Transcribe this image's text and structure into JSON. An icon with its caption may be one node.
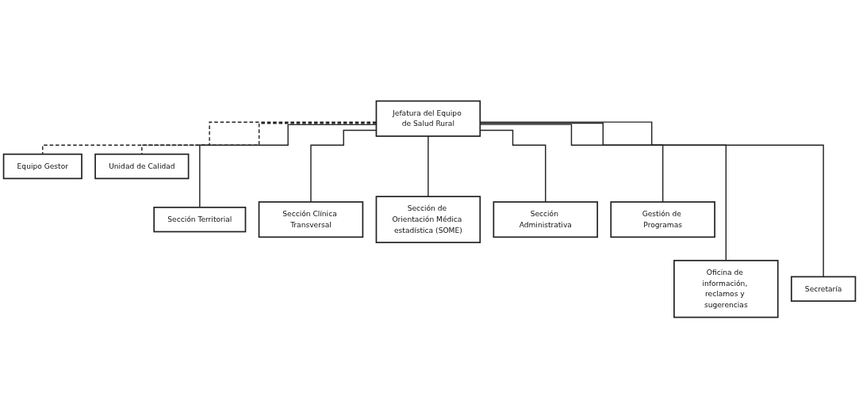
{
  "diagram": {
    "nodes": [
      {
        "text": [
          "Jefatura del Equipo de Salud Rural"
        ]
      },
      {
        "text": [
          "Equipo Gestor"
        ]
      },
      {
        "text": [
          "Unidad de Calidad"
        ]
      },
      {
        "text": [
          "Sección Territorial"
        ]
      },
      {
        "text": [
          "Sección Clínica Transversal"
        ]
      },
      {
        "text": [
          "Sección de Orientación Médica estadística (SOME)"
        ]
      },
      {
        "text": [
          "Sección Administrativa"
        ]
      },
      {
        "text": [
          "Gestión de Programas"
        ]
      },
      {
        "text": [
          "Oficina de información, reclamos y sugerencias"
        ]
      },
      {
        "text": [
          "Secretaría"
        ]
      }
    ],
    "edges": [
      {
        "from": 0,
        "to": 1,
        "arrow": "none",
        "style": "dashed"
      },
      {
        "from": 0,
        "to": 2,
        "arrow": "none",
        "style": "dashed"
      },
      {
        "from": 0,
        "to": 3,
        "arrow": "none"
      },
      {
        "from": 0,
        "to": 4,
        "arrow": "none"
      },
      {
        "from": 0,
        "to": 5,
        "arrow": "none"
      },
      {
        "from": 0,
        "to": 6,
        "arrow": "none"
      },
      {
        "from": 0,
        "to": 7,
        "arrow": "none"
      },
      {
        "from": 0,
        "to": 8,
        "arrow": "none"
      },
      {
        "from": 0,
        "to": 9,
        "arrow": "none"
      }
    ]
  }
}
